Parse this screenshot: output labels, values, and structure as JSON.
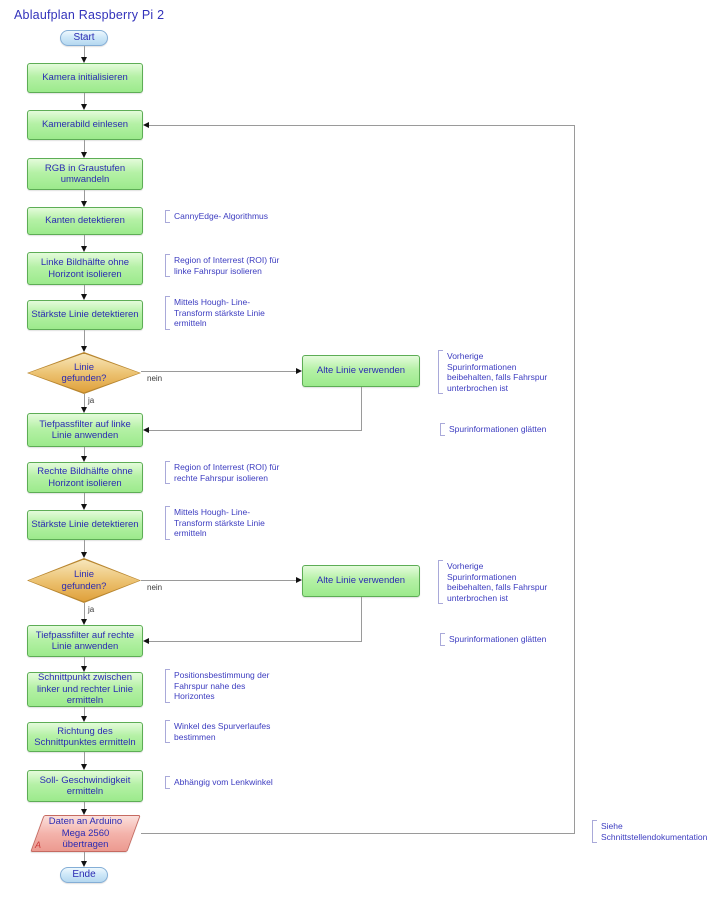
{
  "title": "Ablaufplan Raspberry Pi 2",
  "nodes": {
    "start": "Start",
    "camera_init": "Kamera initialisieren",
    "read_image": "Kamerabild einlesen",
    "rgb_gray": "RGB in Graustufen\numwandeln",
    "edge_detect": "Kanten detektieren",
    "left_half": "Linke Bildhälfte ohne\nHorizont isolieren",
    "strongest_line_1": "Stärkste Linie detektieren",
    "line_found_1": "Linie\ngefunden?",
    "old_line_1": "Alte Linie verwenden",
    "lowpass_left": "Tiefpassfilter auf linke\nLinie anwenden",
    "right_half": "Rechte Bildhälfte ohne\nHorizont isolieren",
    "strongest_line_2": "Stärkste Linie detektieren",
    "line_found_2": "Linie\ngefunden?",
    "old_line_2": "Alte Linie verwenden",
    "lowpass_right": "Tiefpassfilter auf rechte\nLinie anwenden",
    "intersection": "Schnittpunkt zwischen\nlinker und rechter Linie\nermitteln",
    "direction": "Richtung des\nSchnittpunktes ermitteln",
    "target_speed": "Soll- Geschwindigkeit\nermitteln",
    "arduino": "Daten an Arduino\nMega 2560\nübertragen",
    "arduino_marker": "A",
    "end": "Ende"
  },
  "edge_labels": {
    "ja_1": "ja",
    "nein_1": "nein",
    "ja_2": "ja",
    "nein_2": "nein"
  },
  "annotations": {
    "canny": "CannyEdge- Algorithmus",
    "roi_left": "Region of Interrest (ROI) für\nlinke Fahrspur isolieren",
    "hough_1": "Mittels Hough- Line-\nTransform stärkste Linie\nermitteln",
    "keep_old_1": "Vorherige\nSpurinformationen\nbeibehalten, falls Fahrspur\nunterbrochen ist",
    "smooth_1": "Spurinformationen glätten",
    "roi_right": "Region of Interrest (ROI) für\nrechte Fahrspur isolieren",
    "hough_2": "Mittels Hough- Line-\nTransform stärkste Linie\nermitteln",
    "keep_old_2": "Vorherige\nSpurinformationen\nbeibehalten, falls Fahrspur\nunterbrochen ist",
    "smooth_2": "Spurinformationen glätten",
    "position_note": "Positionsbestimmung der\nFahrspur nahe des\nHorizontes",
    "angle_note": "Winkel des Spurverlaufes\nbestimmen",
    "speed_note": "Abhängig vom Lenkwinkel",
    "interface_note": "Siehe\nSchnittstellendokumentation"
  },
  "colors": {
    "title_text": "#3232bb",
    "node_text": "#2b2bb3",
    "annotation_text": "#3c3cc0",
    "process_fill": "#a8eE98",
    "process_border": "#5dad55",
    "terminal_fill": "#cfe8f8",
    "terminal_border": "#84aed6",
    "decision_fill": "#ecc271",
    "decision_border": "#b8862f",
    "io_fill": "#f4b3ab",
    "io_border": "#c66a61",
    "io_marker": "#cc3b3b",
    "edge_line": "#9a9a9a",
    "arrowhead": "#111111"
  }
}
